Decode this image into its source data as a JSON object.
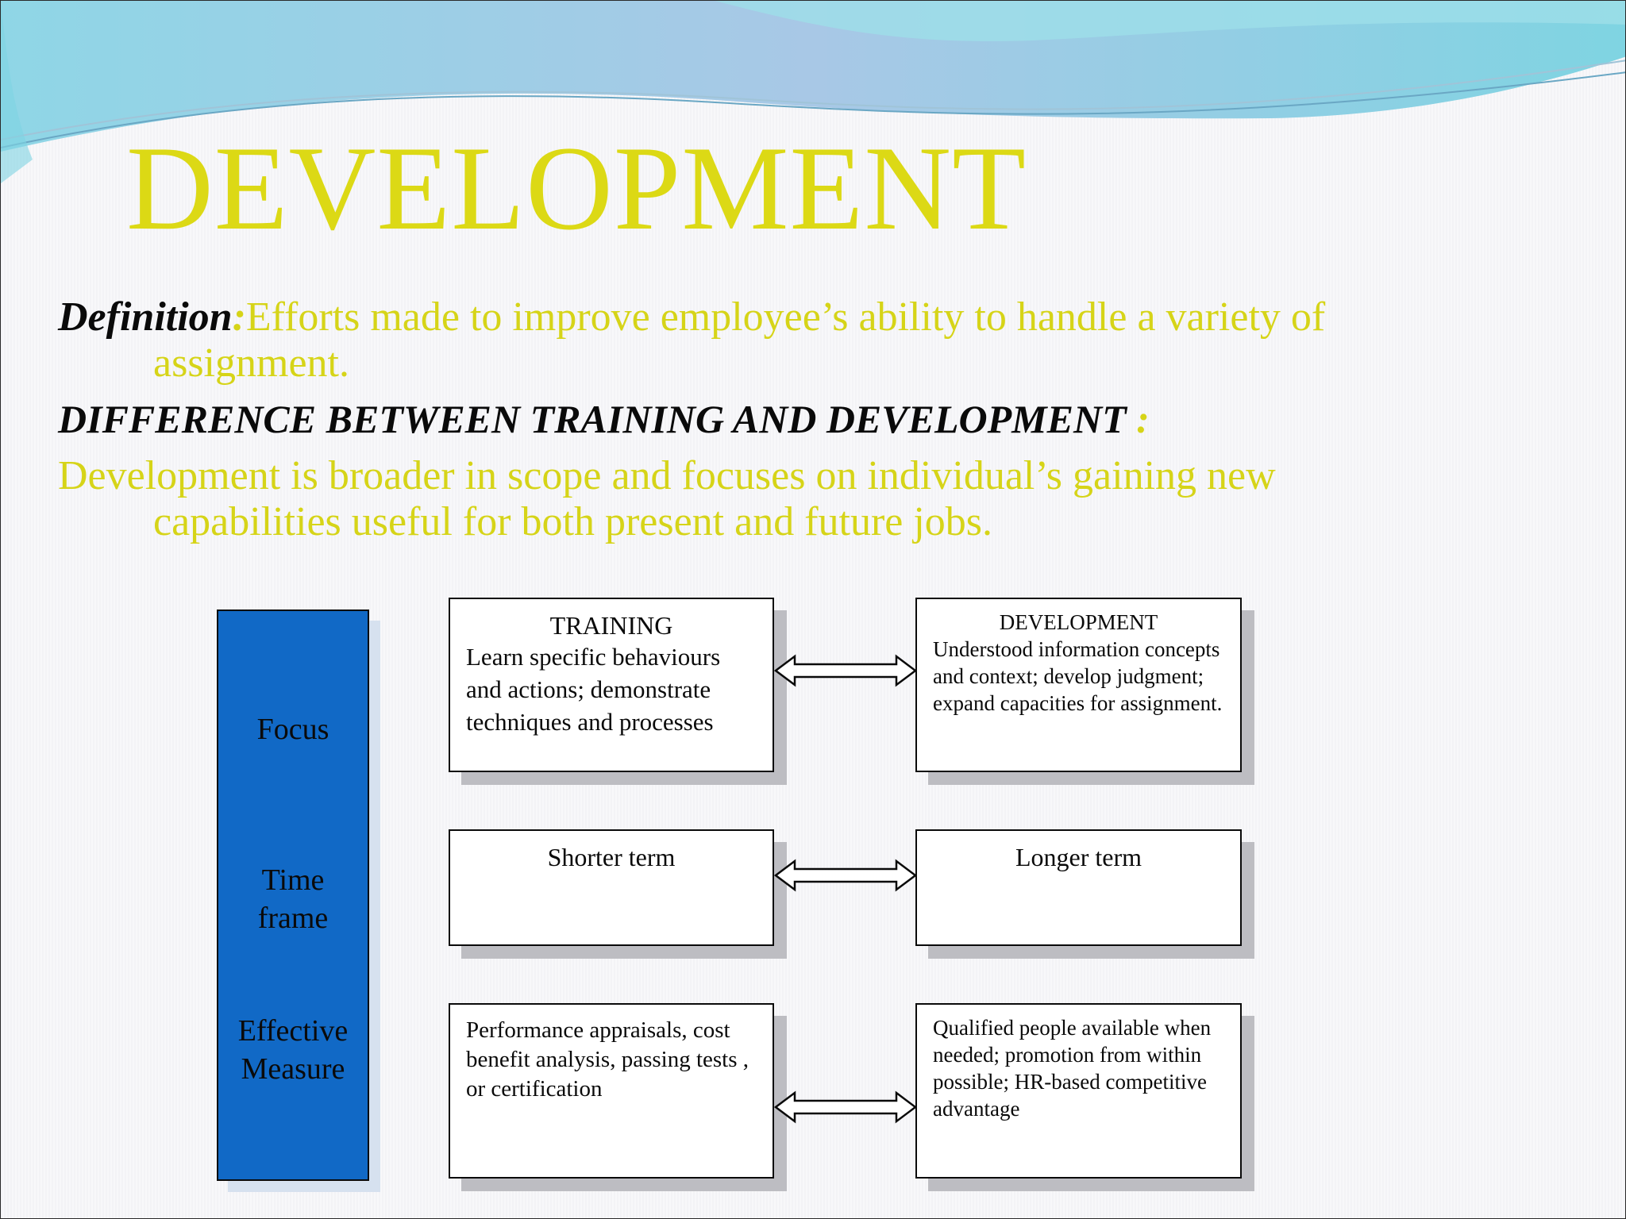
{
  "slide": {
    "title": "DEVELOPMENT",
    "definition": {
      "label": "Definition",
      "colon": ":",
      "text_line1": "Efforts made to improve employee’s ability to handle a variety of",
      "text_line2": "assignment."
    },
    "difference": {
      "heading": "DIFFERENCE BETWEEN TRAINING AND DEVELOPMENT",
      "colon": " :"
    },
    "development_text": {
      "line1": "Development is broader in scope and focuses on individual’s gaining new",
      "line2": "capabilities useful for both present and future jobs."
    }
  },
  "diagram": {
    "rows": {
      "focus": {
        "label": "Focus"
      },
      "time_frame": {
        "label_line1": "Time",
        "label_line2": "frame"
      },
      "effective_measure": {
        "label_line1": "Effective",
        "label_line2": "Measure"
      }
    },
    "training": {
      "heading": "TRAINING",
      "focus_text": "Learn specific behaviours and actions; demonstrate techniques and processes",
      "time_text": "Shorter term",
      "measure_text": "Performance appraisals, cost benefit analysis, passing tests , or certification"
    },
    "development": {
      "heading": "DEVELOPMENT",
      "focus_text": "Understood information concepts and context; develop judgment; expand capacities for assignment.",
      "time_text": "Longer term",
      "measure_text": "Qualified people available when needed; promotion from within possible; HR-based competitive advantage"
    }
  },
  "colors": {
    "title": "#dcd915",
    "body_yellow": "#d6d418",
    "sidebar": "#1169c6",
    "wave": "#7fd0e0"
  }
}
